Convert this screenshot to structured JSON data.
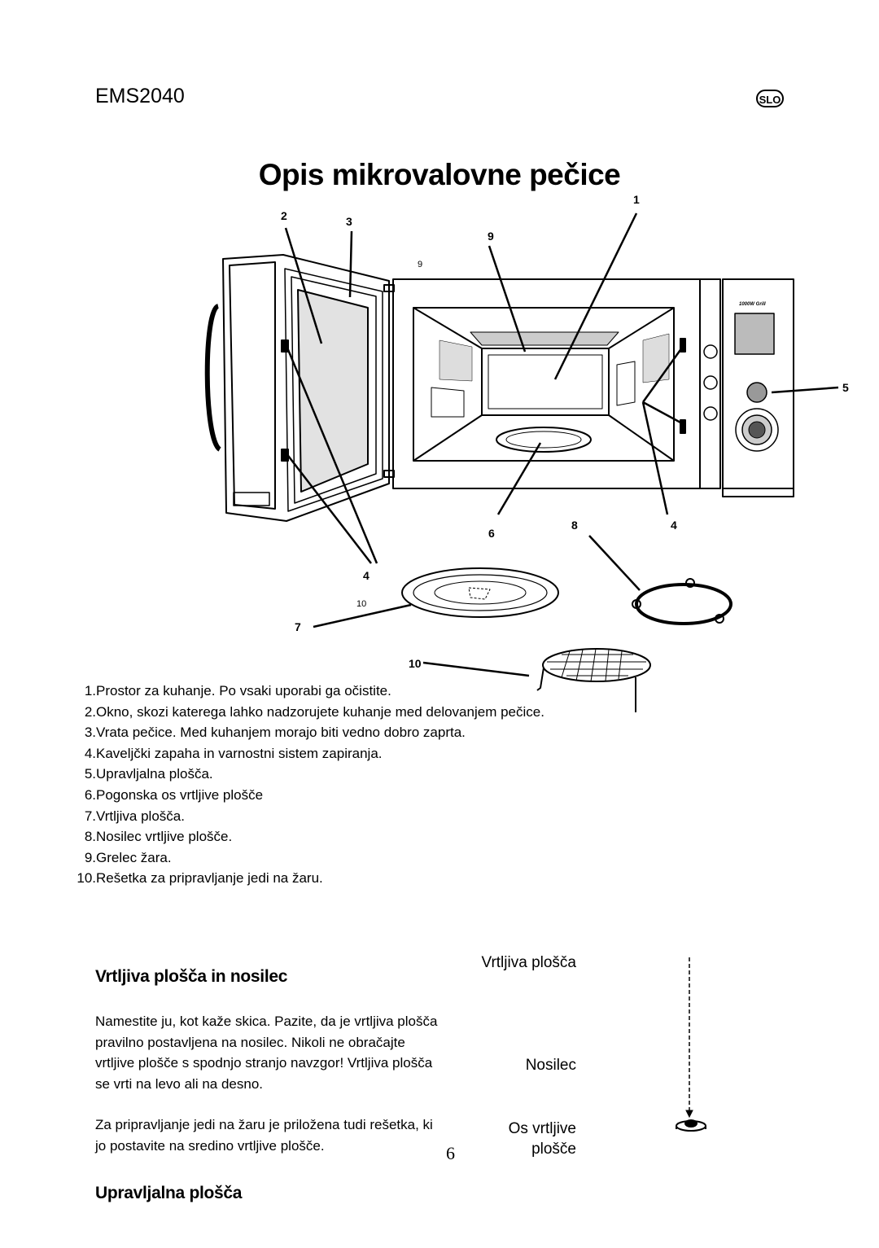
{
  "header": {
    "model": "EMS2040",
    "lang_badge": "SLO"
  },
  "title": "Opis mikrovalovne pečice",
  "diagram": {
    "callouts": {
      "c1": "1",
      "c2": "2",
      "c3": "3",
      "c9a": "9",
      "c9b": "9",
      "c5": "5",
      "c6": "6",
      "c8": "8",
      "c4a": "4",
      "c4b": "4",
      "c10a": "10",
      "c7": "7",
      "c10b": "10"
    },
    "panel_label": "1000W Grill"
  },
  "parts": [
    {
      "num": "1.",
      "text": "Prostor za kuhanje. Po vsaki uporabi ga očistite."
    },
    {
      "num": "2.",
      "text": "Okno, skozi katerega lahko nadzorujete kuhanje med delovanjem pečice."
    },
    {
      "num": "3.",
      "text": "Vrata pečice. Med kuhanjem morajo biti vedno dobro zaprta."
    },
    {
      "num": "4.",
      "text": "Kaveljčki zapaha in varnostni sistem zapiranja."
    },
    {
      "num": "5.",
      "text": "Upravljalna plošča."
    },
    {
      "num": "6.",
      "text": "Pogonska os vrtljive plošče"
    },
    {
      "num": "7.",
      "text": "Vrtljiva plošča."
    },
    {
      "num": "8.",
      "text": "Nosilec vrtljive plošče."
    },
    {
      "num": "9.",
      "text": "Grelec žara."
    },
    {
      "num": "10.",
      "text": "Rešetka za pripravljanje jedi na žaru."
    }
  ],
  "section1": {
    "heading": "Vrtljiva plošča in nosilec",
    "para1": "Namestite ju, kot kaže skica. Pazite, da je vrtljiva plošča pravilno postavljena na nosilec. Nikoli ne obračajte vrtljive plošče s spodnjo stranjo navzgor! Vrtljiva plošča se vrti na levo ali na desno.",
    "para2": "Za pripravljanje jedi na žaru je priložena tudi rešetka, ki jo postavite na sredino vrtljive plošče."
  },
  "figure_labels": {
    "plate": "Vrtljiva plošča",
    "support": "Nosilec",
    "axis_line1": "Os vrtljive",
    "axis_line2": "plošče"
  },
  "page_number": "6",
  "section2": {
    "heading": "Upravljalna plošča"
  }
}
